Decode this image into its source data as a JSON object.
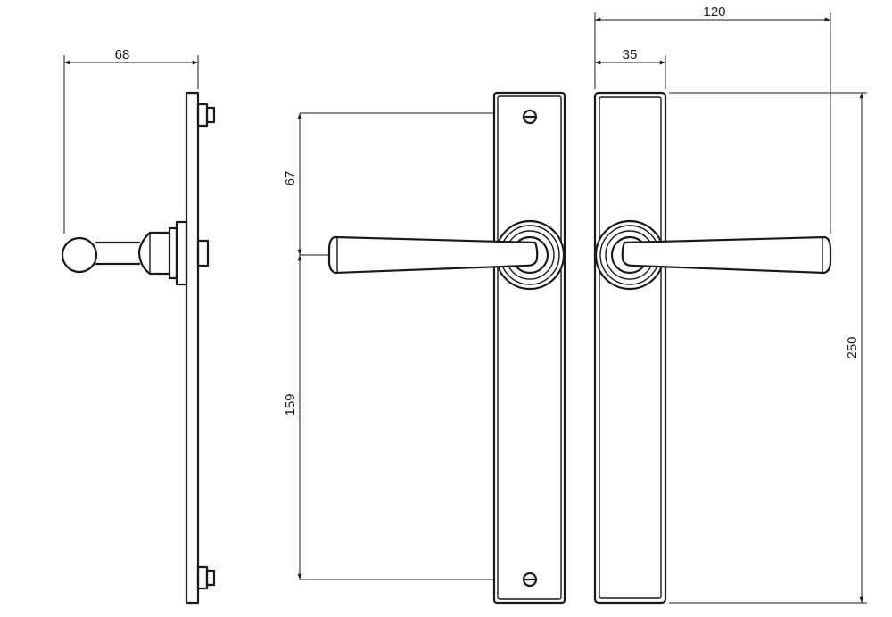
{
  "dimensions": {
    "side_projection": "68",
    "overall_width": "120",
    "plate_width": "35",
    "top_to_lever_centre": "67",
    "lever_centre_to_bottom": "159",
    "plate_height": "250"
  },
  "colors": {
    "line": "#1a1a1a",
    "background": "#ffffff"
  }
}
